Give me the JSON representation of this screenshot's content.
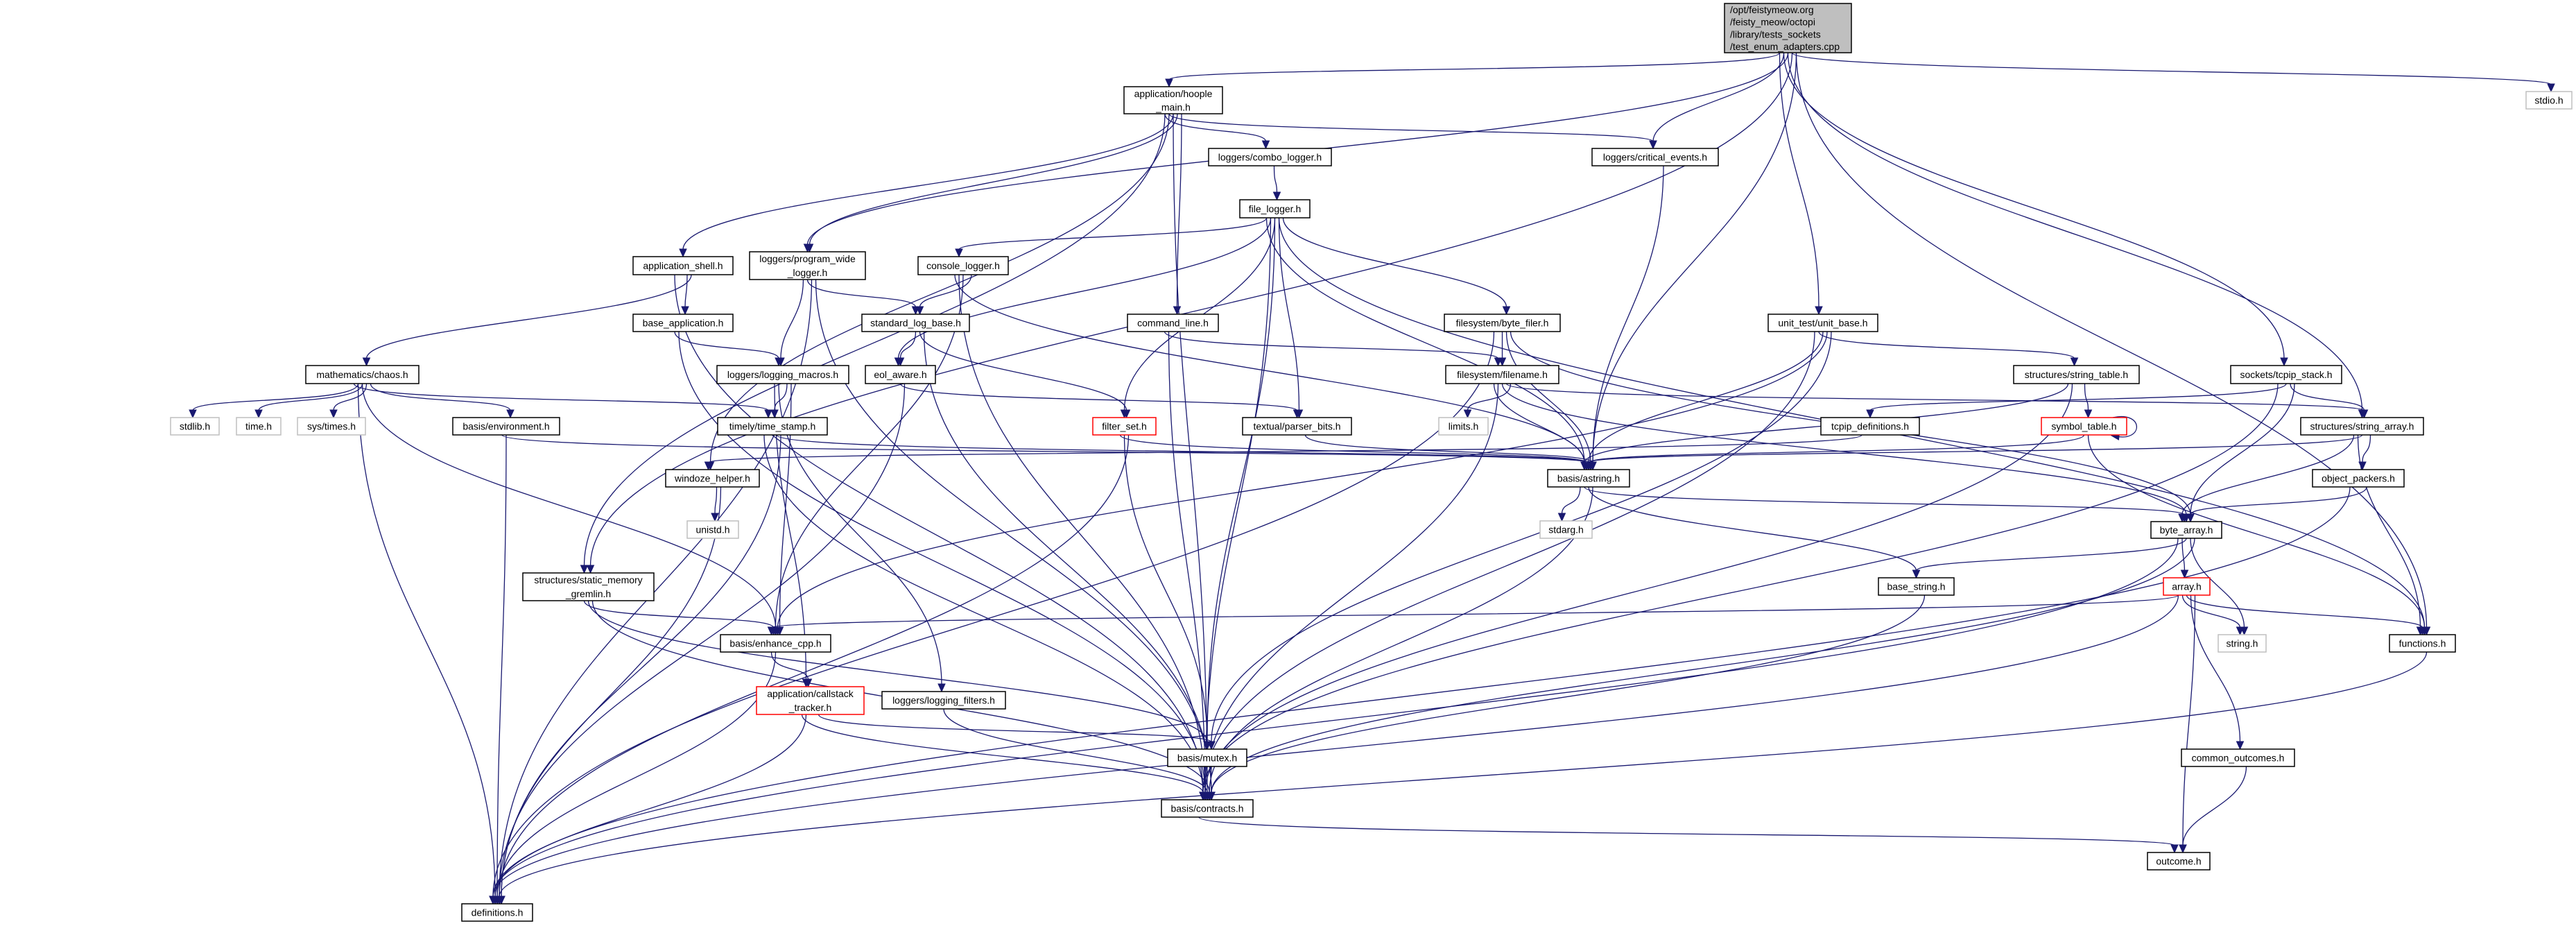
{
  "colors": {
    "edge": "#191970",
    "node_border": "#000000",
    "node_fill": "#ffffff",
    "root_fill": "#bfbfbf",
    "external_border": "#bfbfbf",
    "incomplete_border": "#ff0000"
  },
  "nodes": {
    "root": {
      "lines": [
        "/opt/feistymeow.org",
        "/feisty_meow/octopi",
        "/library/tests_sockets",
        "/test_enum_adapters.cpp"
      ],
      "kind": "root"
    },
    "hoople_main": {
      "lines": [
        "application/hoople",
        "_main.h"
      ],
      "kind": "normal"
    },
    "combo_logger": {
      "lines": [
        "loggers/combo_logger.h"
      ],
      "kind": "normal"
    },
    "critical_events": {
      "lines": [
        "loggers/critical_events.h"
      ],
      "kind": "normal"
    },
    "file_logger": {
      "lines": [
        "file_logger.h"
      ],
      "kind": "normal"
    },
    "console_logger": {
      "lines": [
        "console_logger.h"
      ],
      "kind": "normal"
    },
    "application_shell": {
      "lines": [
        "application_shell.h"
      ],
      "kind": "normal"
    },
    "program_wide_logger": {
      "lines": [
        "loggers/program_wide",
        "_logger.h"
      ],
      "kind": "normal"
    },
    "base_application": {
      "lines": [
        "base_application.h"
      ],
      "kind": "normal"
    },
    "standard_log_base": {
      "lines": [
        "standard_log_base.h"
      ],
      "kind": "normal"
    },
    "command_line": {
      "lines": [
        "command_line.h"
      ],
      "kind": "normal"
    },
    "byte_filer": {
      "lines": [
        "filesystem/byte_filer.h"
      ],
      "kind": "normal"
    },
    "unit_base": {
      "lines": [
        "unit_test/unit_base.h"
      ],
      "kind": "normal"
    },
    "chaos": {
      "lines": [
        "mathematics/chaos.h"
      ],
      "kind": "normal"
    },
    "logging_macros": {
      "lines": [
        "loggers/logging_macros.h"
      ],
      "kind": "normal"
    },
    "eol_aware": {
      "lines": [
        "eol_aware.h"
      ],
      "kind": "normal"
    },
    "filename": {
      "lines": [
        "filesystem/filename.h"
      ],
      "kind": "normal"
    },
    "string_table": {
      "lines": [
        "structures/string_table.h"
      ],
      "kind": "normal"
    },
    "tcpip_stack": {
      "lines": [
        "sockets/tcpip_stack.h"
      ],
      "kind": "normal"
    },
    "stdio": {
      "lines": [
        "stdio.h"
      ],
      "kind": "external"
    },
    "stdlib": {
      "lines": [
        "stdlib.h"
      ],
      "kind": "external"
    },
    "time": {
      "lines": [
        "time.h"
      ],
      "kind": "external"
    },
    "sys_times": {
      "lines": [
        "sys/times.h"
      ],
      "kind": "external"
    },
    "environment": {
      "lines": [
        "basis/environment.h"
      ],
      "kind": "normal"
    },
    "time_stamp": {
      "lines": [
        "timely/time_stamp.h"
      ],
      "kind": "normal"
    },
    "filter_set": {
      "lines": [
        "filter_set.h"
      ],
      "kind": "incomplete"
    },
    "parser_bits": {
      "lines": [
        "textual/parser_bits.h"
      ],
      "kind": "normal"
    },
    "limits": {
      "lines": [
        "limits.h"
      ],
      "kind": "external"
    },
    "tcpip_definitions": {
      "lines": [
        "tcpip_definitions.h"
      ],
      "kind": "normal"
    },
    "symbol_table": {
      "lines": [
        "symbol_table.h"
      ],
      "kind": "incomplete"
    },
    "string_array": {
      "lines": [
        "structures/string_array.h"
      ],
      "kind": "normal"
    },
    "windoze_helper": {
      "lines": [
        "windoze_helper.h"
      ],
      "kind": "normal"
    },
    "astring": {
      "lines": [
        "basis/astring.h"
      ],
      "kind": "normal"
    },
    "unistd": {
      "lines": [
        "unistd.h"
      ],
      "kind": "external"
    },
    "stdarg": {
      "lines": [
        "stdarg.h"
      ],
      "kind": "external"
    },
    "object_packers": {
      "lines": [
        "object_packers.h"
      ],
      "kind": "normal"
    },
    "byte_array": {
      "lines": [
        "byte_array.h"
      ],
      "kind": "normal"
    },
    "static_memory_gremlin": {
      "lines": [
        "structures/static_memory",
        "_gremlin.h"
      ],
      "kind": "normal"
    },
    "base_string": {
      "lines": [
        "base_string.h"
      ],
      "kind": "normal"
    },
    "array": {
      "lines": [
        "array.h"
      ],
      "kind": "incomplete"
    },
    "enhance_cpp": {
      "lines": [
        "basis/enhance_cpp.h"
      ],
      "kind": "normal"
    },
    "string_h": {
      "lines": [
        "string.h"
      ],
      "kind": "external"
    },
    "functions": {
      "lines": [
        "functions.h"
      ],
      "kind": "normal"
    },
    "callstack_tracker": {
      "lines": [
        "application/callstack",
        "_tracker.h"
      ],
      "kind": "incomplete"
    },
    "logging_filters": {
      "lines": [
        "loggers/logging_filters.h"
      ],
      "kind": "normal"
    },
    "mutex": {
      "lines": [
        "basis/mutex.h"
      ],
      "kind": "normal"
    },
    "common_outcomes": {
      "lines": [
        "common_outcomes.h"
      ],
      "kind": "normal"
    },
    "contracts": {
      "lines": [
        "basis/contracts.h"
      ],
      "kind": "normal"
    },
    "outcome": {
      "lines": [
        "outcome.h"
      ],
      "kind": "normal"
    },
    "definitions": {
      "lines": [
        "definitions.h"
      ],
      "kind": "normal"
    }
  },
  "edges": [
    [
      "root",
      "hoople_main"
    ],
    [
      "root",
      "critical_events"
    ],
    [
      "root",
      "program_wide_logger"
    ],
    [
      "root",
      "static_memory_gremlin"
    ],
    [
      "root",
      "astring"
    ],
    [
      "root",
      "unit_base"
    ],
    [
      "root",
      "tcpip_stack"
    ],
    [
      "root",
      "string_array"
    ],
    [
      "root",
      "stdio"
    ],
    [
      "root",
      "functions"
    ],
    [
      "hoople_main",
      "combo_logger"
    ],
    [
      "hoople_main",
      "critical_events"
    ],
    [
      "hoople_main",
      "application_shell"
    ],
    [
      "hoople_main",
      "program_wide_logger"
    ],
    [
      "hoople_main",
      "command_line"
    ],
    [
      "hoople_main",
      "static_memory_gremlin"
    ],
    [
      "hoople_main",
      "windoze_helper"
    ],
    [
      "hoople_main",
      "contracts"
    ],
    [
      "combo_logger",
      "file_logger"
    ],
    [
      "critical_events",
      "astring"
    ],
    [
      "file_logger",
      "console_logger"
    ],
    [
      "file_logger",
      "eol_aware"
    ],
    [
      "file_logger",
      "filter_set"
    ],
    [
      "file_logger",
      "parser_bits"
    ],
    [
      "file_logger",
      "byte_filer"
    ],
    [
      "file_logger",
      "astring"
    ],
    [
      "file_logger",
      "contracts"
    ],
    [
      "file_logger",
      "mutex"
    ],
    [
      "file_logger",
      "functions"
    ],
    [
      "console_logger",
      "standard_log_base"
    ],
    [
      "console_logger",
      "astring"
    ],
    [
      "console_logger",
      "contracts"
    ],
    [
      "console_logger",
      "enhance_cpp"
    ],
    [
      "application_shell",
      "base_application"
    ],
    [
      "application_shell",
      "chaos"
    ],
    [
      "application_shell",
      "contracts"
    ],
    [
      "program_wide_logger",
      "logging_macros"
    ],
    [
      "program_wide_logger",
      "standard_log_base"
    ],
    [
      "program_wide_logger",
      "definitions"
    ],
    [
      "program_wide_logger",
      "contracts"
    ],
    [
      "base_application",
      "logging_macros"
    ],
    [
      "base_application",
      "contracts"
    ],
    [
      "standard_log_base",
      "eol_aware"
    ],
    [
      "standard_log_base",
      "filter_set"
    ],
    [
      "standard_log_base",
      "contracts"
    ],
    [
      "command_line",
      "filename"
    ],
    [
      "command_line",
      "contracts"
    ],
    [
      "byte_filer",
      "filename"
    ],
    [
      "byte_filer",
      "astring"
    ],
    [
      "byte_filer",
      "byte_array"
    ],
    [
      "byte_filer",
      "definitions"
    ],
    [
      "unit_base",
      "string_table"
    ],
    [
      "unit_base",
      "astring"
    ],
    [
      "unit_base",
      "enhance_cpp"
    ],
    [
      "unit_base",
      "mutex"
    ],
    [
      "unit_base",
      "contracts"
    ],
    [
      "chaos",
      "stdlib"
    ],
    [
      "chaos",
      "time"
    ],
    [
      "chaos",
      "sys_times"
    ],
    [
      "chaos",
      "environment"
    ],
    [
      "chaos",
      "time_stamp"
    ],
    [
      "chaos",
      "definitions"
    ],
    [
      "chaos",
      "enhance_cpp"
    ],
    [
      "logging_macros",
      "time_stamp"
    ],
    [
      "logging_macros",
      "enhance_cpp"
    ],
    [
      "logging_macros",
      "callstack_tracker"
    ],
    [
      "logging_macros",
      "logging_filters"
    ],
    [
      "eol_aware",
      "parser_bits"
    ],
    [
      "eol_aware",
      "definitions"
    ],
    [
      "filename",
      "limits"
    ],
    [
      "filename",
      "astring"
    ],
    [
      "filename",
      "contracts"
    ],
    [
      "filename",
      "byte_array"
    ],
    [
      "filename",
      "string_array"
    ],
    [
      "string_table",
      "symbol_table"
    ],
    [
      "string_table",
      "astring"
    ],
    [
      "string_table",
      "contracts"
    ],
    [
      "tcpip_stack",
      "tcpip_definitions"
    ],
    [
      "tcpip_stack",
      "string_array"
    ],
    [
      "tcpip_stack",
      "byte_array"
    ],
    [
      "tcpip_stack",
      "contracts"
    ],
    [
      "environment",
      "astring"
    ],
    [
      "environment",
      "definitions"
    ],
    [
      "time_stamp",
      "astring"
    ],
    [
      "time_stamp",
      "definitions"
    ],
    [
      "time_stamp",
      "contracts"
    ],
    [
      "filter_set",
      "astring"
    ],
    [
      "filter_set",
      "mutex"
    ],
    [
      "filter_set",
      "definitions"
    ],
    [
      "parser_bits",
      "astring"
    ],
    [
      "tcpip_definitions",
      "windoze_helper"
    ],
    [
      "symbol_table",
      "symbol_table"
    ],
    [
      "symbol_table",
      "astring"
    ],
    [
      "symbol_table",
      "functions"
    ],
    [
      "string_array",
      "object_packers"
    ],
    [
      "string_array",
      "byte_array"
    ],
    [
      "string_array",
      "functions"
    ],
    [
      "string_array",
      "astring"
    ],
    [
      "windoze_helper",
      "unistd"
    ],
    [
      "windoze_helper",
      "definitions"
    ],
    [
      "astring",
      "stdarg"
    ],
    [
      "astring",
      "byte_array"
    ],
    [
      "astring",
      "base_string"
    ],
    [
      "astring",
      "contracts"
    ],
    [
      "object_packers",
      "byte_array"
    ],
    [
      "object_packers",
      "definitions"
    ],
    [
      "byte_array",
      "array"
    ],
    [
      "byte_array",
      "base_string"
    ],
    [
      "byte_array",
      "string_h"
    ],
    [
      "byte_array",
      "contracts"
    ],
    [
      "byte_array",
      "definitions"
    ],
    [
      "static_memory_gremlin",
      "enhance_cpp"
    ],
    [
      "static_memory_gremlin",
      "mutex"
    ],
    [
      "static_memory_gremlin",
      "contracts"
    ],
    [
      "base_string",
      "contracts"
    ],
    [
      "array",
      "enhance_cpp"
    ],
    [
      "array",
      "string_h"
    ],
    [
      "array",
      "functions"
    ],
    [
      "array",
      "common_outcomes"
    ],
    [
      "array",
      "outcome"
    ],
    [
      "array",
      "definitions"
    ],
    [
      "enhance_cpp",
      "callstack_tracker"
    ],
    [
      "enhance_cpp",
      "definitions"
    ],
    [
      "functions",
      "definitions"
    ],
    [
      "callstack_tracker",
      "mutex"
    ],
    [
      "callstack_tracker",
      "contracts"
    ],
    [
      "callstack_tracker",
      "definitions"
    ],
    [
      "logging_filters",
      "contracts"
    ],
    [
      "mutex",
      "contracts"
    ],
    [
      "common_outcomes",
      "outcome"
    ],
    [
      "contracts",
      "outcome"
    ]
  ]
}
